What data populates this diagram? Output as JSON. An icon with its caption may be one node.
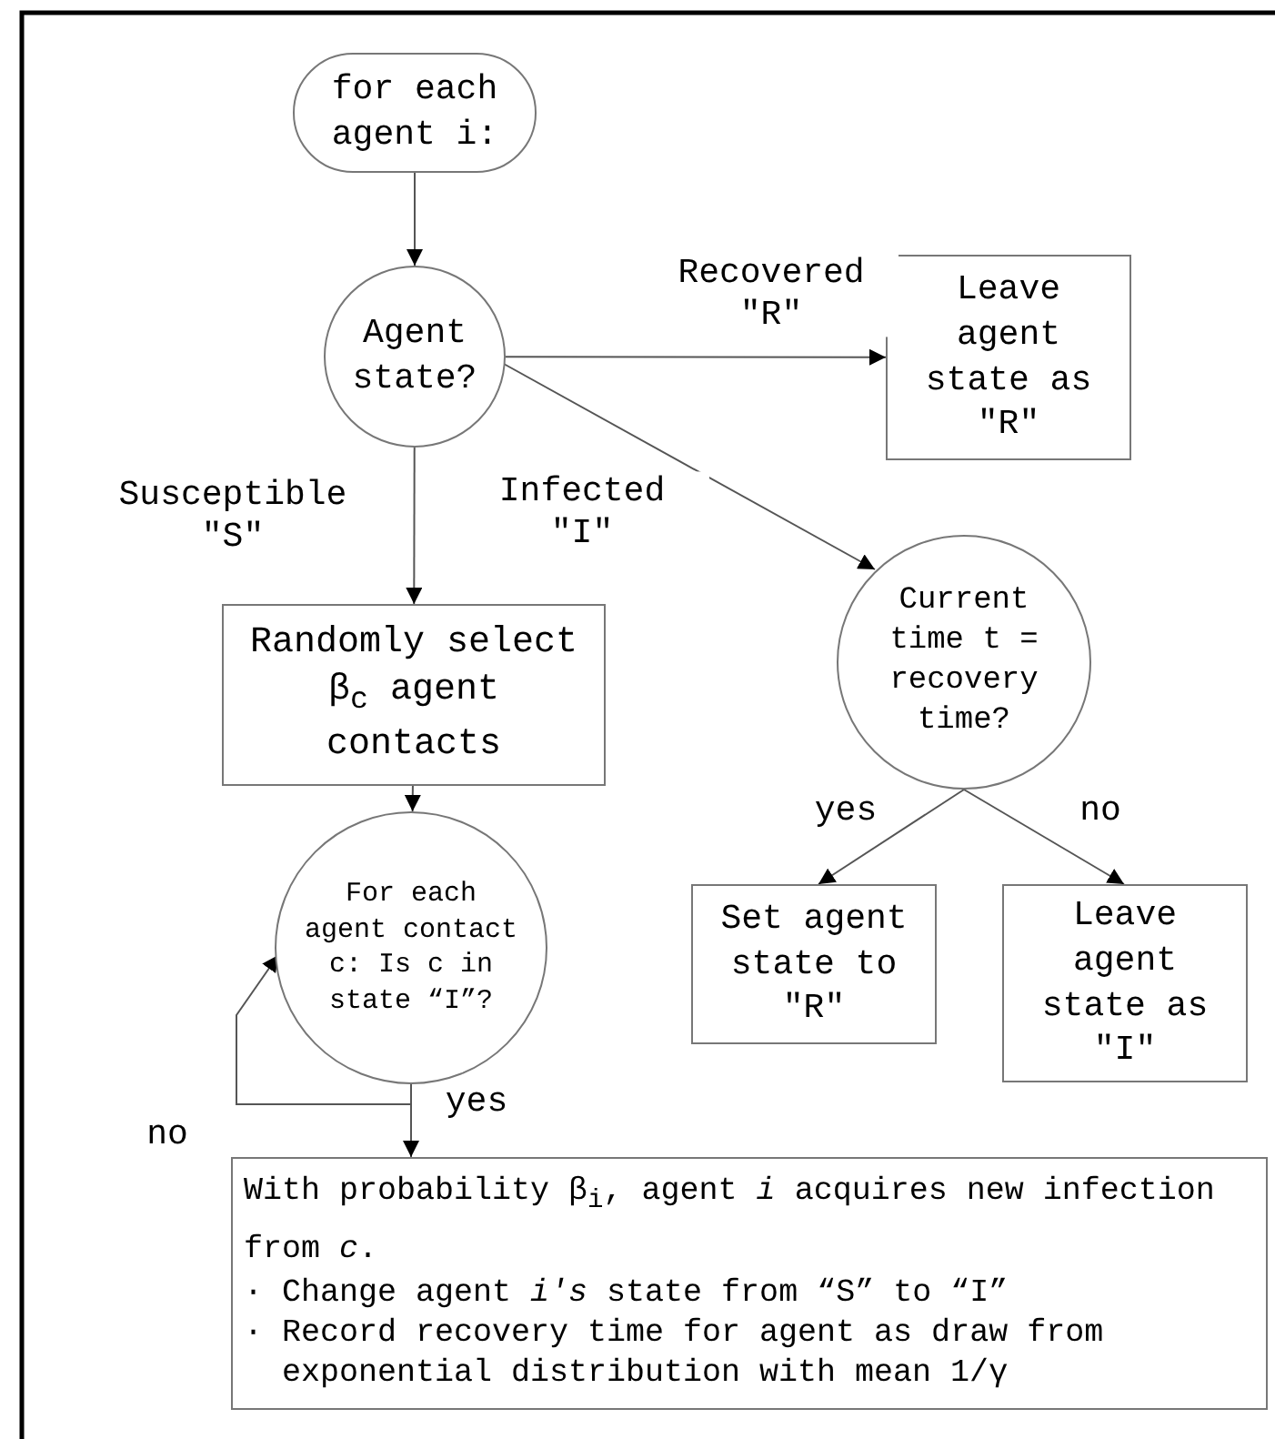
{
  "diagram": {
    "nodes": [
      {
        "text": [
          "for each agent i:"
        ]
      },
      {
        "text": [
          "Agent state?"
        ]
      },
      {
        "text": [
          "Leave agent state as \"R\""
        ]
      },
      {
        "text": [
          "Randomly select β$_{c}$ agent contacts"
        ]
      },
      {
        "text": [
          "Current time t = recovery time?"
        ]
      },
      {
        "text": [
          "For each agent contact c: Is c in state “I”?"
        ]
      },
      {
        "text": [
          "Set agent state to \"R\""
        ]
      },
      {
        "text": [
          "Leave agent state as \"I\""
        ]
      },
      {
        "text": [
          "With probability β$_{i}$, agent *i* acquires new infection from *c*.",
          "· Change agent *i's* state from “S” to “I”",
          "· Record recovery time for agent as draw from exponential distribution with mean 1/γ"
        ]
      }
    ],
    "edges": [
      {
        "from": 0,
        "to": 1,
        "arrow": "to"
      },
      {
        "from": 1,
        "to": 2,
        "arrow": "to",
        "label": "Recovered \"R\""
      },
      {
        "from": 1,
        "to": 4,
        "arrow": "to",
        "label": "Infected \"I\""
      },
      {
        "from": 1,
        "to": 3,
        "arrow": "to",
        "label": "Susceptible \"S\""
      },
      {
        "from": 3,
        "to": 5,
        "arrow": "to"
      },
      {
        "from": 4,
        "to": 6,
        "arrow": "to",
        "label": "yes"
      },
      {
        "from": 4,
        "to": 7,
        "arrow": "to",
        "label": "no"
      },
      {
        "from": 5,
        "to": 8,
        "arrow": "to",
        "label": "yes"
      },
      {
        "from": 5,
        "to": 5,
        "arrow": "to",
        "label": "no"
      }
    ]
  }
}
